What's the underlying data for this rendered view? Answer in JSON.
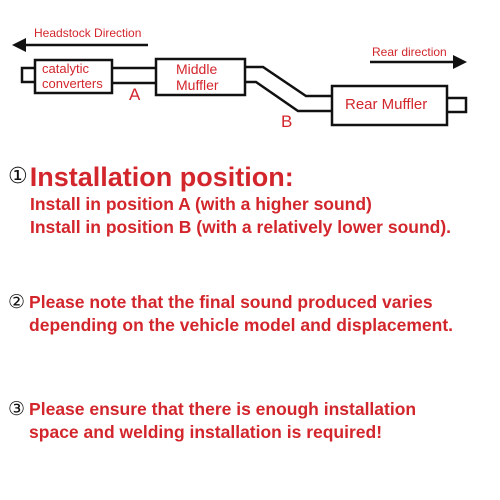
{
  "diagram": {
    "headstock_label": "Headstock Direction",
    "rear_label": "Rear direction",
    "catalytic_label_1": "catalytic",
    "catalytic_label_2": "converters",
    "middle_label_1": "Middle",
    "middle_label_2": "Muffler",
    "rear_muffler_label": "Rear Muffler",
    "position_a": "A",
    "position_b": "B",
    "colors": {
      "accent": "#d2262c",
      "outline": "#111111"
    }
  },
  "sections": [
    {
      "number": "①",
      "heading": "Installation position:",
      "lines": [
        "Install in position A (with a higher sound)",
        "Install in position B (with a relatively lower sound)."
      ]
    },
    {
      "number": "②",
      "lines": [
        "Please note that the final sound produced varies",
        "depending on the vehicle model and displacement."
      ]
    },
    {
      "number": "③",
      "lines": [
        "Please ensure that there is enough installation",
        "space and welding installation is required!"
      ]
    }
  ]
}
